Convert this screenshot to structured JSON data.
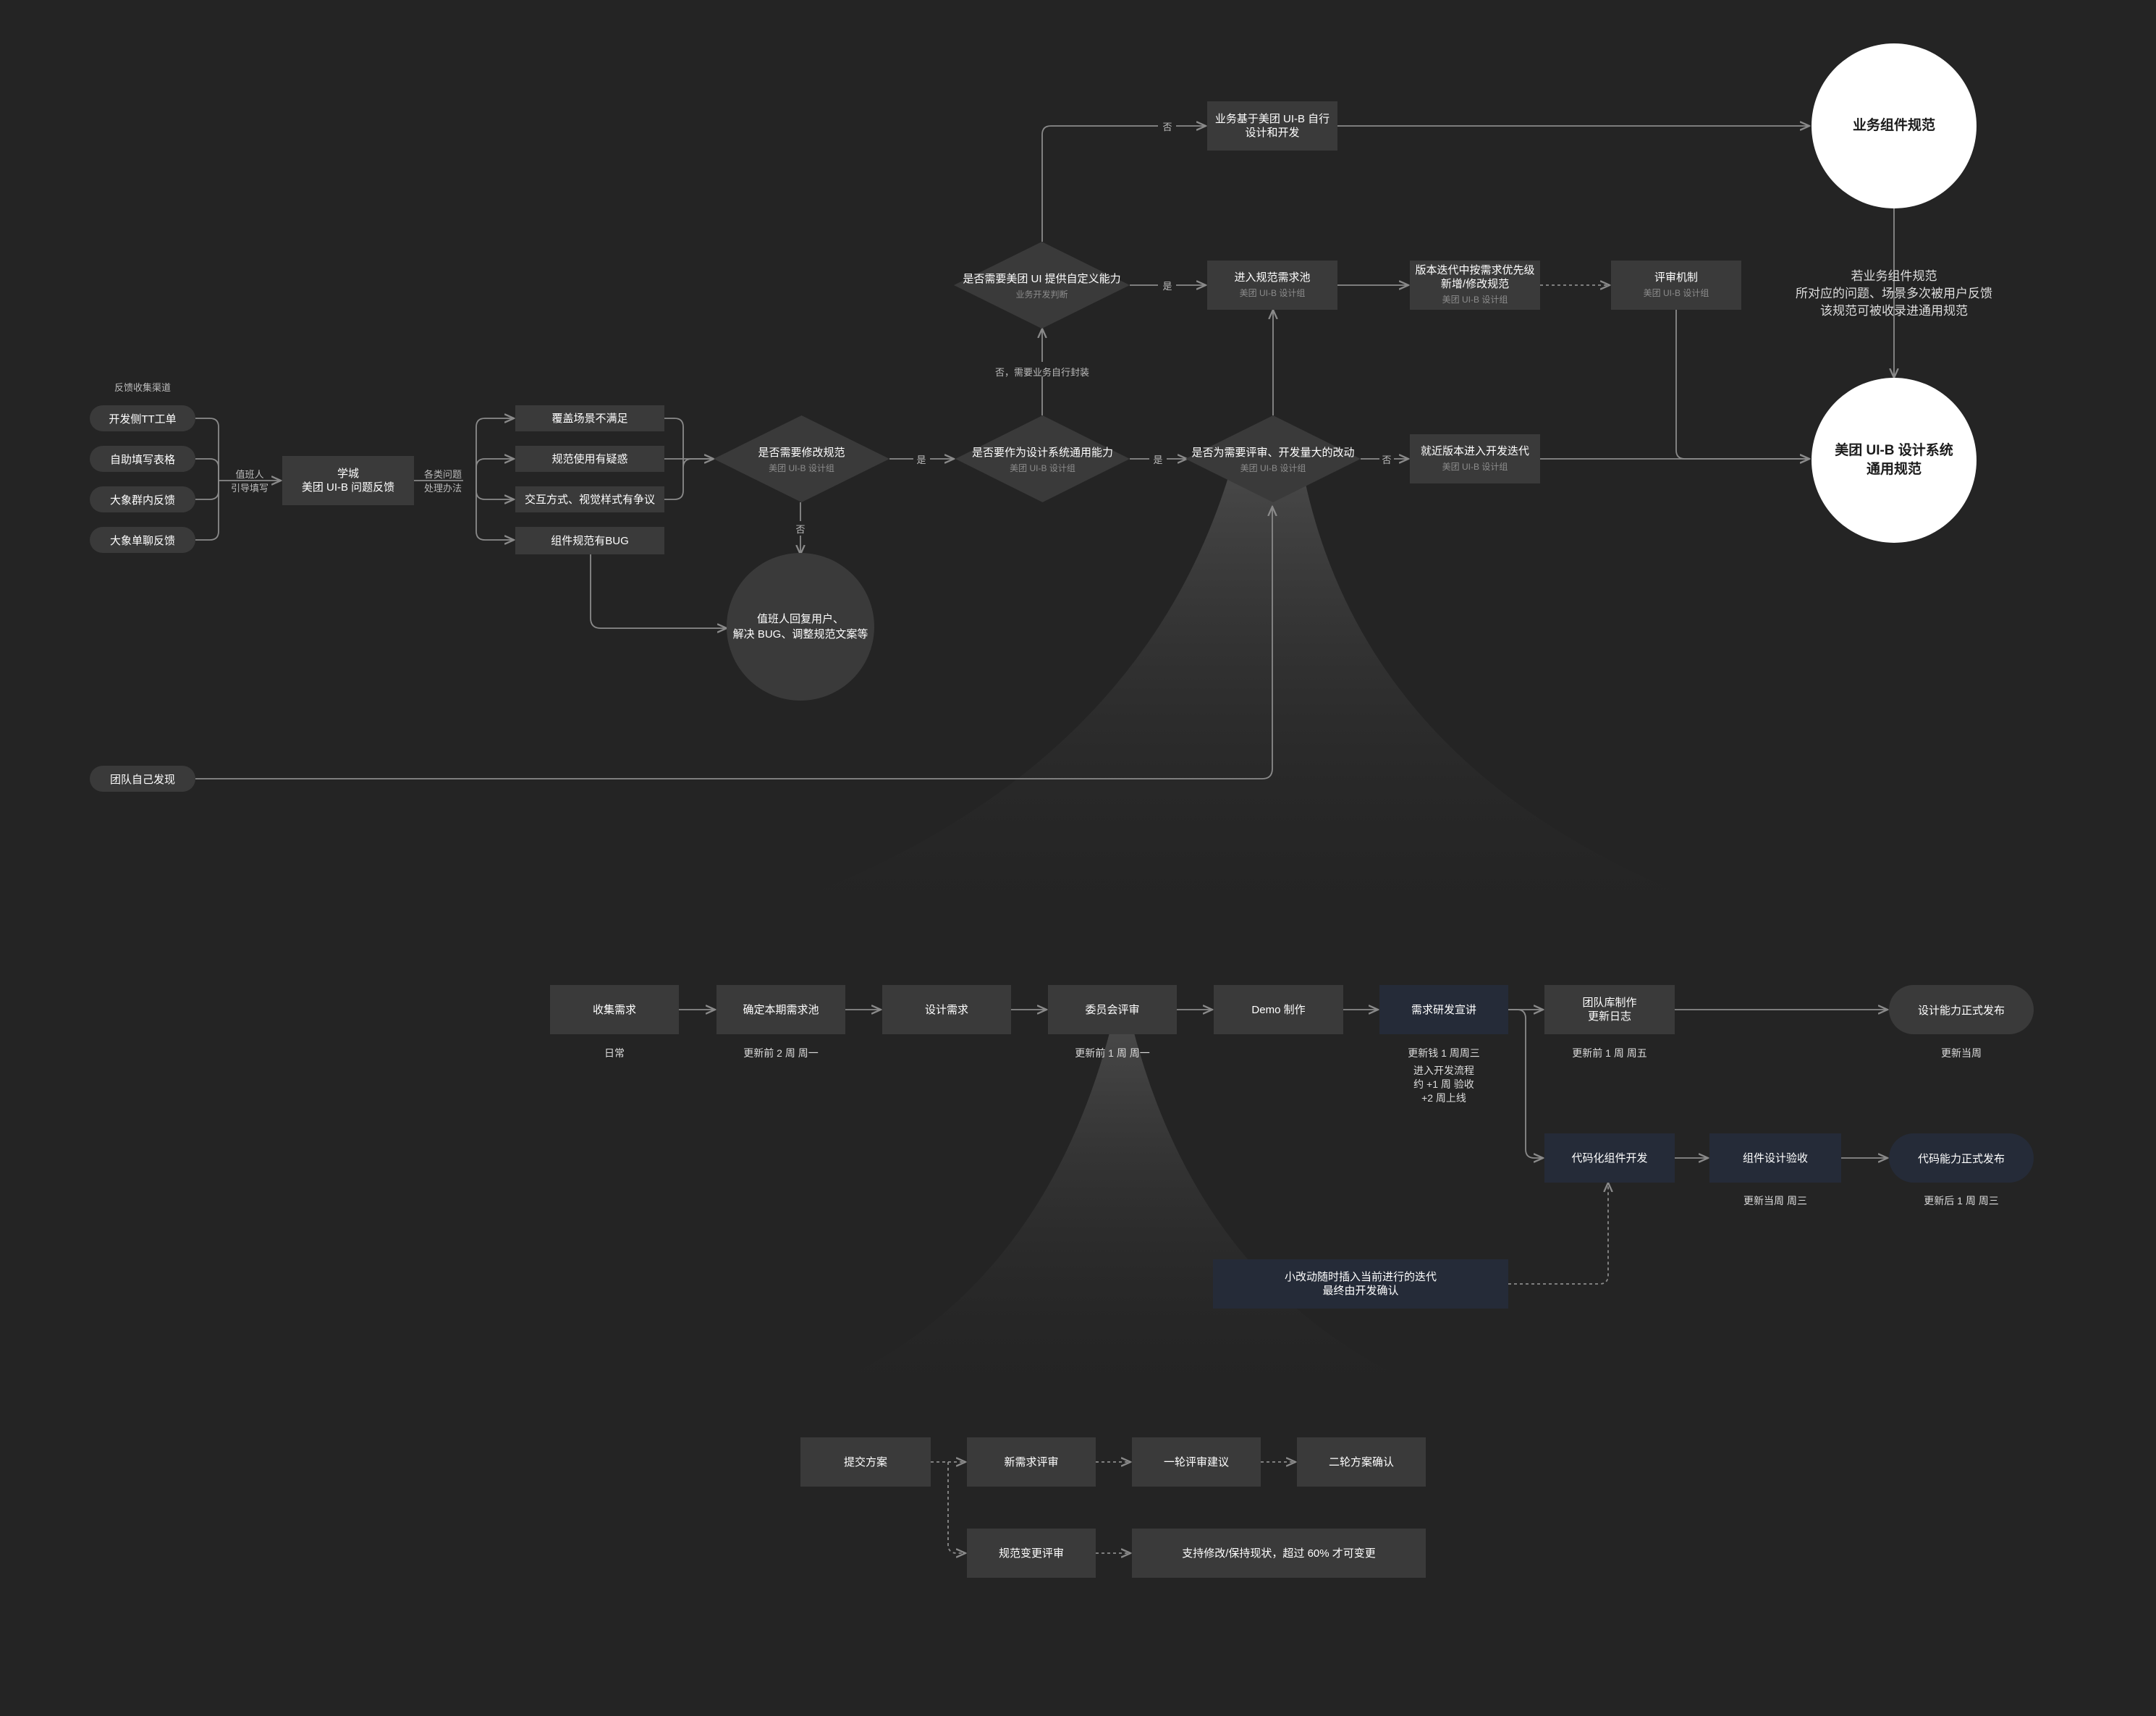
{
  "feedback": {
    "title": "反馈收集渠道",
    "channels": [
      "开发侧TT工单",
      "自助填写表格",
      "大象群内反馈",
      "大象单聊反馈"
    ],
    "self_found": "团队自己发现"
  },
  "labels": {
    "guide": "值班人\n引导填写",
    "handle": "各类问题\n处理办法",
    "yes": "是",
    "no": "否",
    "no_self_close": "否，需要业务自行封装"
  },
  "hub": {
    "title": "学城",
    "subtitle": "美团 UI-B 问题反馈"
  },
  "issues": [
    "覆盖场景不满足",
    "规范使用有疑惑",
    "交互方式、视觉样式有争议",
    "组件规范有BUG"
  ],
  "decisions": {
    "modify": {
      "title": "是否需要修改规范",
      "sub": "美团 UI-B 设计组"
    },
    "general": {
      "title": "是否要作为设计系统通用能力",
      "sub": "美团 UI-B 设计组"
    },
    "custom": {
      "title": "是否需要美团 UI 提供自定义能力",
      "sub": "业务开发判断"
    },
    "review": {
      "title": "是否为需要评审、开发量大的改动",
      "sub": "美团 UI-B 设计组"
    }
  },
  "reply_circle": "值班人回复用户、\n解决 BUG、调整规范文案等",
  "boxes": {
    "biz_dev": "业务基于美团 UI-B 自行\n设计和开发",
    "pool": {
      "title": "进入规范需求池",
      "sub": "美团 UI-B 设计组"
    },
    "priority": {
      "title": "版本迭代中按需求优先级\n新增/修改规范",
      "sub": "美团 UI-B 设计组"
    },
    "mechanism": {
      "title": "评审机制",
      "sub": "美团 UI-B 设计组"
    },
    "next_iter": {
      "title": "就近版本进入开发迭代",
      "sub": "美团 UI-B 设计组"
    }
  },
  "circles": {
    "biz_spec": "业务组件规范",
    "general_spec": "美团 UI-B 设计系统\n通用规范"
  },
  "note_right": "若业务组件规范\n所对应的问题、场景多次被用户反馈\n该规范可被收录进通用规范",
  "timeline": {
    "steps": [
      "收集需求",
      "确定本期需求池",
      "设计需求",
      "委员会评审",
      "Demo 制作",
      "需求研发宣讲",
      "团队库制作\n更新日志",
      "设计能力正式发布"
    ],
    "times": [
      "日常",
      "更新前 2 周 周一",
      "更新前 1 周 周一",
      "更新钱 1 周周三",
      "更新前 1 周 周五",
      "更新当周"
    ],
    "dev_flow": "进入开发流程\n约 +1 周 验收\n+2 周上线",
    "code_steps": [
      "代码化组件开发",
      "组件设计验收",
      "代码能力正式发布"
    ],
    "code_times": [
      "更新当周 周三",
      "更新后 1 周 周三"
    ],
    "small_change": "小改动随时插入当前进行的迭代\n最终由开发确认"
  },
  "review": {
    "row1": [
      "提交方案",
      "新需求评审",
      "一轮评审建议",
      "二轮方案确认"
    ],
    "row2": [
      "规范变更评审",
      "支持修改/保持现状，超过 60% 才可变更"
    ]
  }
}
